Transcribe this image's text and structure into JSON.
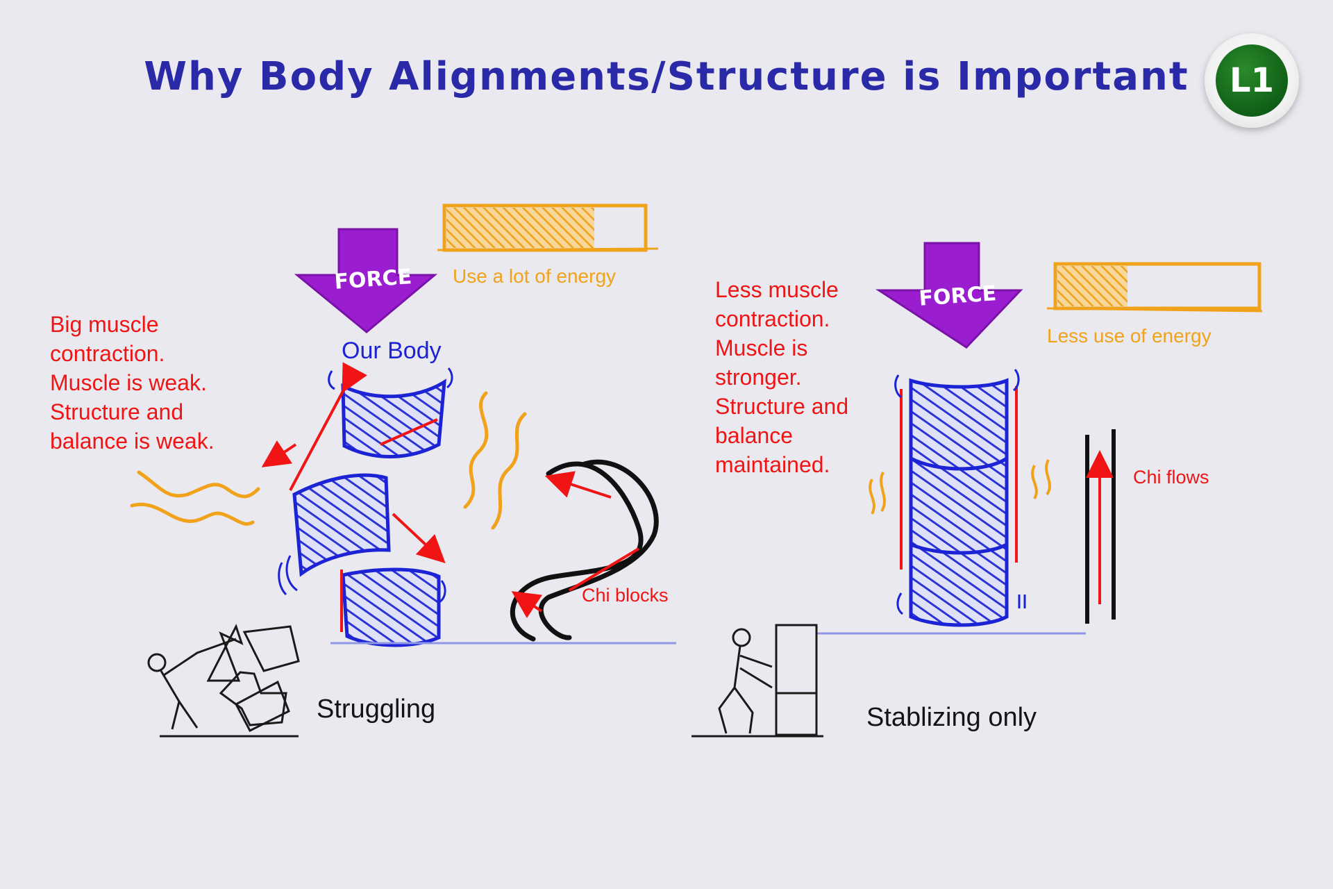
{
  "title": "Why Body Alignments/Structure is Important",
  "badge": "L1",
  "left": {
    "force_label": "FORCE",
    "energy_label": "Use a lot of energy",
    "energy_fill": 0.75,
    "body_label": "Our Body",
    "note": "Big muscle\ncontraction.\nMuscle is weak.\nStructure and\nbalance is weak.",
    "chi_label": "Chi blocks",
    "caption": "Struggling"
  },
  "right": {
    "force_label": "FORCE",
    "energy_label": "Less use of energy",
    "energy_fill": 0.35,
    "note": "Less muscle\ncontraction.\nMuscle is\nstronger.\nStructure and\nbalance\nmaintained.",
    "chi_label": "Chi flows",
    "caption": "Stablizing only"
  },
  "colors": {
    "title": "#2a2aa8",
    "force_arrow": "#9a1ed0",
    "energy": "#f0a21a",
    "cylinder": "#1c23d4",
    "text_red": "#f01414",
    "badge_green": "#0c5a14"
  }
}
